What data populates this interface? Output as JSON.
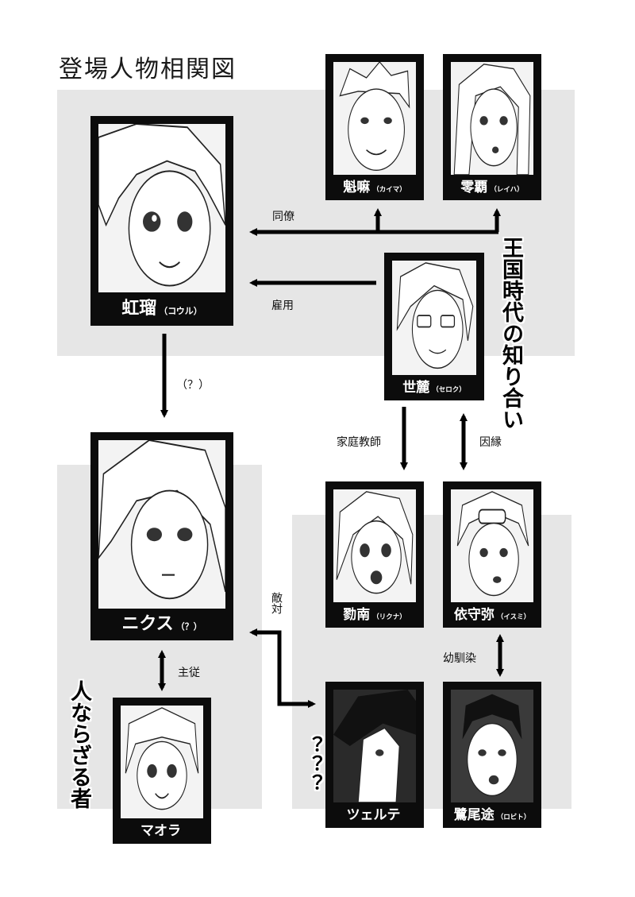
{
  "title": "登場人物相関図",
  "characters": {
    "kouru": {
      "name": "虹瑠",
      "reading": "（コウル）"
    },
    "kaima": {
      "name": "魁嘛",
      "reading": "（カイマ）"
    },
    "reiha": {
      "name": "零覇",
      "reading": "（レイハ）"
    },
    "seroku": {
      "name": "世麓",
      "reading": "（セロク）"
    },
    "nix": {
      "name": "ニクス",
      "reading": "（？）"
    },
    "rikuna": {
      "name": "勠南",
      "reading": "（リクナ）"
    },
    "isumi": {
      "name": "依守弥",
      "reading": "（イスミ）"
    },
    "maora": {
      "name": "マオラ",
      "reading": ""
    },
    "tsuerute": {
      "name": "ツェルテ",
      "reading": ""
    },
    "robito": {
      "name": "鷺尾途",
      "reading": "（ロビト）"
    }
  },
  "relations": {
    "colleague": "同僚",
    "employed": "雇用",
    "unknown": "（？）",
    "tutor": "家庭教師",
    "fate": "因縁",
    "hostile": "敵対",
    "master_servant": "主従",
    "childhood_friends": "幼馴染"
  },
  "groups": {
    "kingdom_era": "王国時代の知り合い",
    "non_human": "人ならざる者",
    "mystery": "？？？"
  }
}
